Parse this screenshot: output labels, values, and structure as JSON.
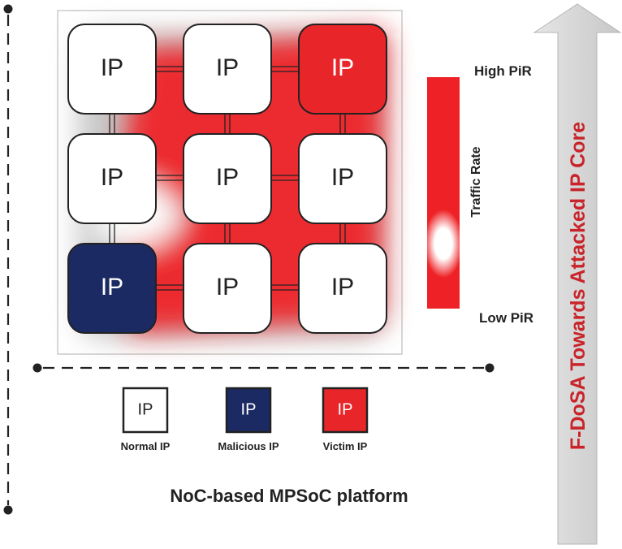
{
  "grid": {
    "rows": [
      [
        {
          "label": "IP",
          "role": "normal"
        },
        {
          "label": "IP",
          "role": "normal"
        },
        {
          "label": "IP",
          "role": "victim"
        }
      ],
      [
        {
          "label": "IP",
          "role": "normal"
        },
        {
          "label": "IP",
          "role": "normal"
        },
        {
          "label": "IP",
          "role": "normal"
        }
      ],
      [
        {
          "label": "IP",
          "role": "malicious"
        },
        {
          "label": "IP",
          "role": "normal"
        },
        {
          "label": "IP",
          "role": "normal"
        }
      ]
    ]
  },
  "traffic_bar": {
    "high_label": "High PiR",
    "low_label": "Low PiR",
    "axis_label": "Traffic Rate"
  },
  "legend": [
    {
      "label": "IP",
      "caption": "Normal IP",
      "role": "normal"
    },
    {
      "label": "IP",
      "caption": "Malicious IP",
      "role": "malicious"
    },
    {
      "label": "IP",
      "caption": "Victim IP",
      "role": "victim"
    }
  ],
  "platform_label": "NoC-based MPSoC platform",
  "arrow_label": "F-DoSA Towards Attacked IP Core",
  "colors": {
    "normal_fill": "#ffffff",
    "malicious_fill": "#1b2a63",
    "victim_fill": "#e8262a",
    "heat_red": "#ee2226",
    "arrow_text": "#c8242a",
    "arrow_fill": "#dcdcdc"
  }
}
